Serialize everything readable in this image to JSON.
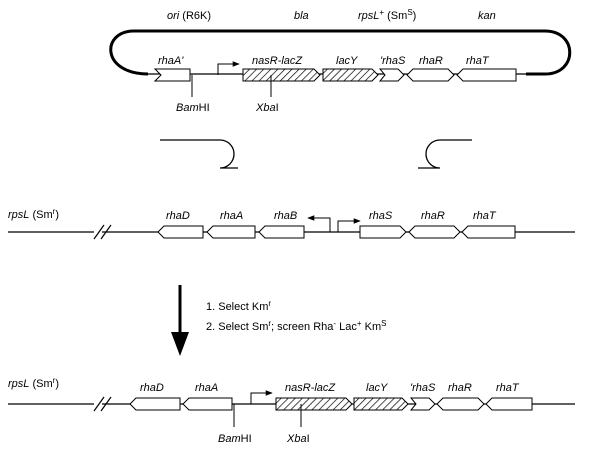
{
  "plasmid": {
    "top_labels": {
      "ori": "ori",
      "ori_suffix": " (R6K)",
      "bla": "bla",
      "rpsl": "rpsL",
      "rpsl_sup": "+",
      "rpsl_paren_open": " (Sm",
      "rpsl_paren_sup": "S",
      "rpsl_paren_close": ")",
      "kan": "kan"
    },
    "genes": {
      "rhaA_prime": "rhaA'",
      "nasR_lacZ": "nasR-lacZ",
      "lacY": "lacY",
      "prime_rhaS": "'rhaS",
      "rhaR": "rhaR",
      "rhaT": "rhaT"
    },
    "sites": {
      "bamhi_italic": "Bam",
      "bamhi_rest": "HI",
      "xbai_italic": "Xba",
      "xbai_rest": "I"
    }
  },
  "chromosome": {
    "rpsl": "rpsL",
    "rpsl_paren_open": " (Sm",
    "rpsl_paren_sup": "r",
    "rpsl_paren_close": ")",
    "genes": {
      "rhaD": "rhaD",
      "rhaA": "rhaA",
      "rhaB": "rhaB",
      "rhaS": "rhaS",
      "rhaR": "rhaR",
      "rhaT": "rhaT"
    }
  },
  "steps": {
    "step1_prefix": "1.  Select Km",
    "step1_sup": "r",
    "step2_prefix": "2.  Select Sm",
    "step2_sup1": "r",
    "step2_mid1": "; screen Rha",
    "step2_sup2": "-",
    "step2_mid2": " Lac",
    "step2_sup3": "+",
    "step2_mid3": " Km",
    "step2_sup4": "S"
  },
  "result": {
    "rpsl": "rpsL",
    "rpsl_paren_open": " (Sm",
    "rpsl_paren_sup": "r",
    "rpsl_paren_close": ")",
    "genes": {
      "rhaD": "rhaD",
      "rhaA": "rhaA",
      "nasR_lacZ": "nasR-lacZ",
      "lacY": "lacY",
      "prime_rhaS": "'rhaS",
      "rhaR": "rhaR",
      "rhaT": "rhaT"
    },
    "sites": {
      "bamhi_italic": "Bam",
      "bamhi_rest": "HI",
      "xbai_italic": "Xba",
      "xbai_rest": "I"
    }
  }
}
